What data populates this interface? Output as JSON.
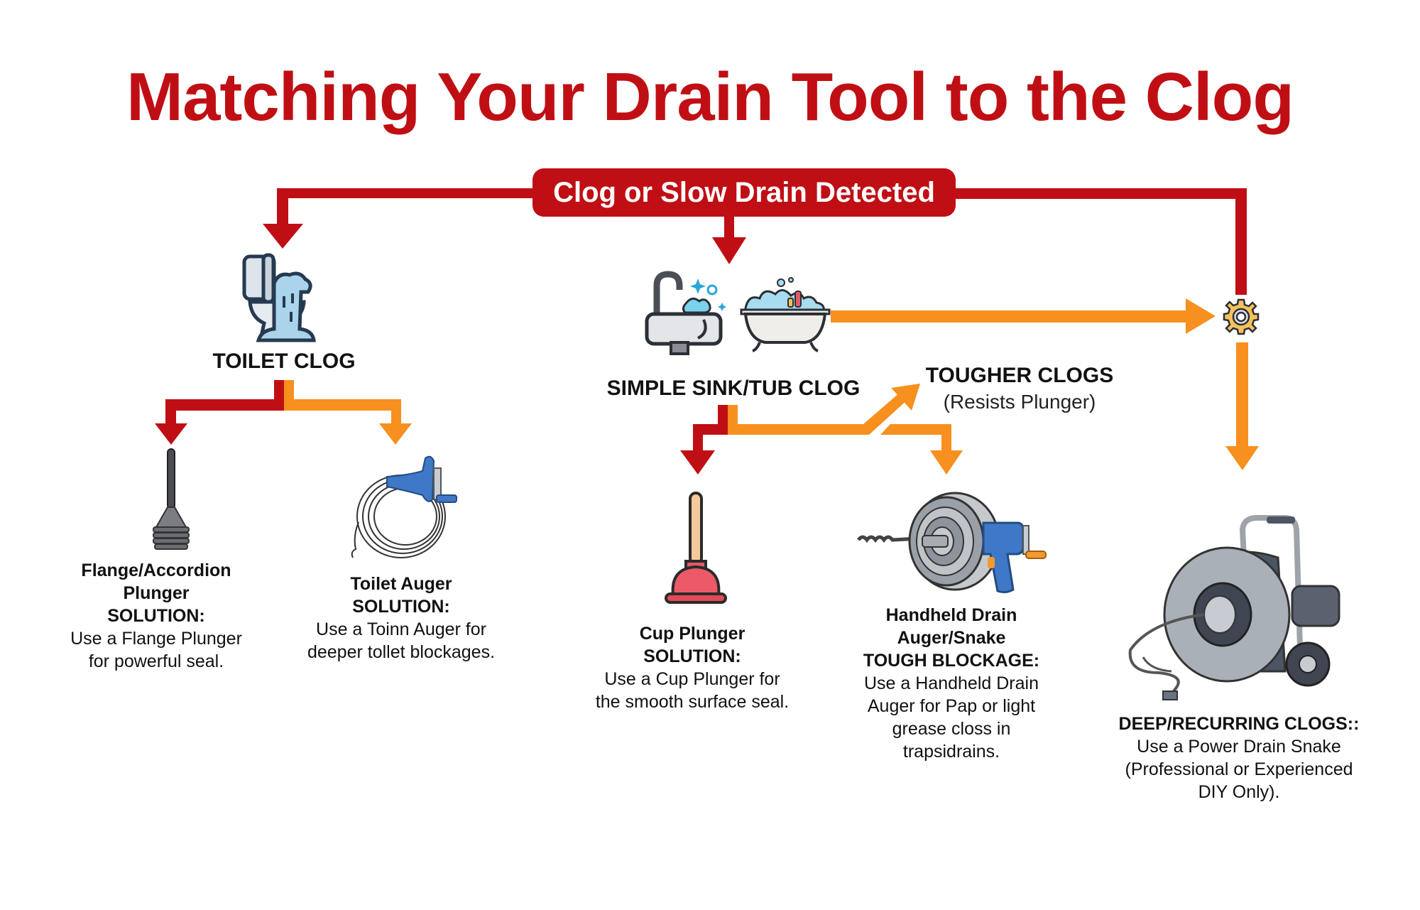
{
  "title": "Matching Your Drain Tool to the Clog",
  "start_node": "Clog or Slow Drain Detected",
  "colors": {
    "primary_red": "#c00f14",
    "secondary_orange": "#f7901e",
    "text": "#111111",
    "background": "#ffffff"
  },
  "categories": {
    "toilet": {
      "label": "TOILET CLOG",
      "icon": "overflowing-toilet-icon"
    },
    "sink_tub": {
      "label": "SIMPLE SINK/TUB CLOG",
      "icons": [
        "sink-icon",
        "bathtub-icon"
      ]
    },
    "tougher": {
      "label": "TOUGHER CLOGS",
      "sublabel": "(Resists Plunger)"
    },
    "deep": {
      "icon": "gear-icon"
    }
  },
  "tools": [
    {
      "id": "flange-plunger",
      "icon": "flange-plunger-icon",
      "name_lines": [
        "Flange/Accordion",
        "Plunger"
      ],
      "heading": "SOLUTION:",
      "text_lines": [
        "Use a Flange Plunger",
        "for powerful seal."
      ]
    },
    {
      "id": "toilet-auger",
      "icon": "toilet-auger-icon",
      "name_lines": [
        "Toilet Auger"
      ],
      "heading": "SOLUTION:",
      "text_lines": [
        "Use a Toinn Auger for",
        "deeper tollet blockages."
      ]
    },
    {
      "id": "cup-plunger",
      "icon": "cup-plunger-icon",
      "name_lines": [
        "Cup Plunger"
      ],
      "heading": "SOLUTION:",
      "text_lines": [
        "Use a Cup Plunger for",
        "the smooth surface seal."
      ]
    },
    {
      "id": "handheld-auger",
      "icon": "handheld-drain-auger-icon",
      "name_lines": [
        "Handheld Drain",
        "Auger/Snake"
      ],
      "heading": "TOUGH BLOCKAGE:",
      "text_lines": [
        "Use a Handheld Drain",
        "Auger for Pap or light",
        "grease closs in",
        "trapsidrains."
      ]
    },
    {
      "id": "power-snake",
      "icon": "power-drain-snake-icon",
      "name_lines": [],
      "heading": "DEEP/RECURRING CLOGS::",
      "text_lines": [
        "Use a Power Drain Snake",
        "(Professional or Experienced",
        "DIY Only)."
      ]
    }
  ]
}
